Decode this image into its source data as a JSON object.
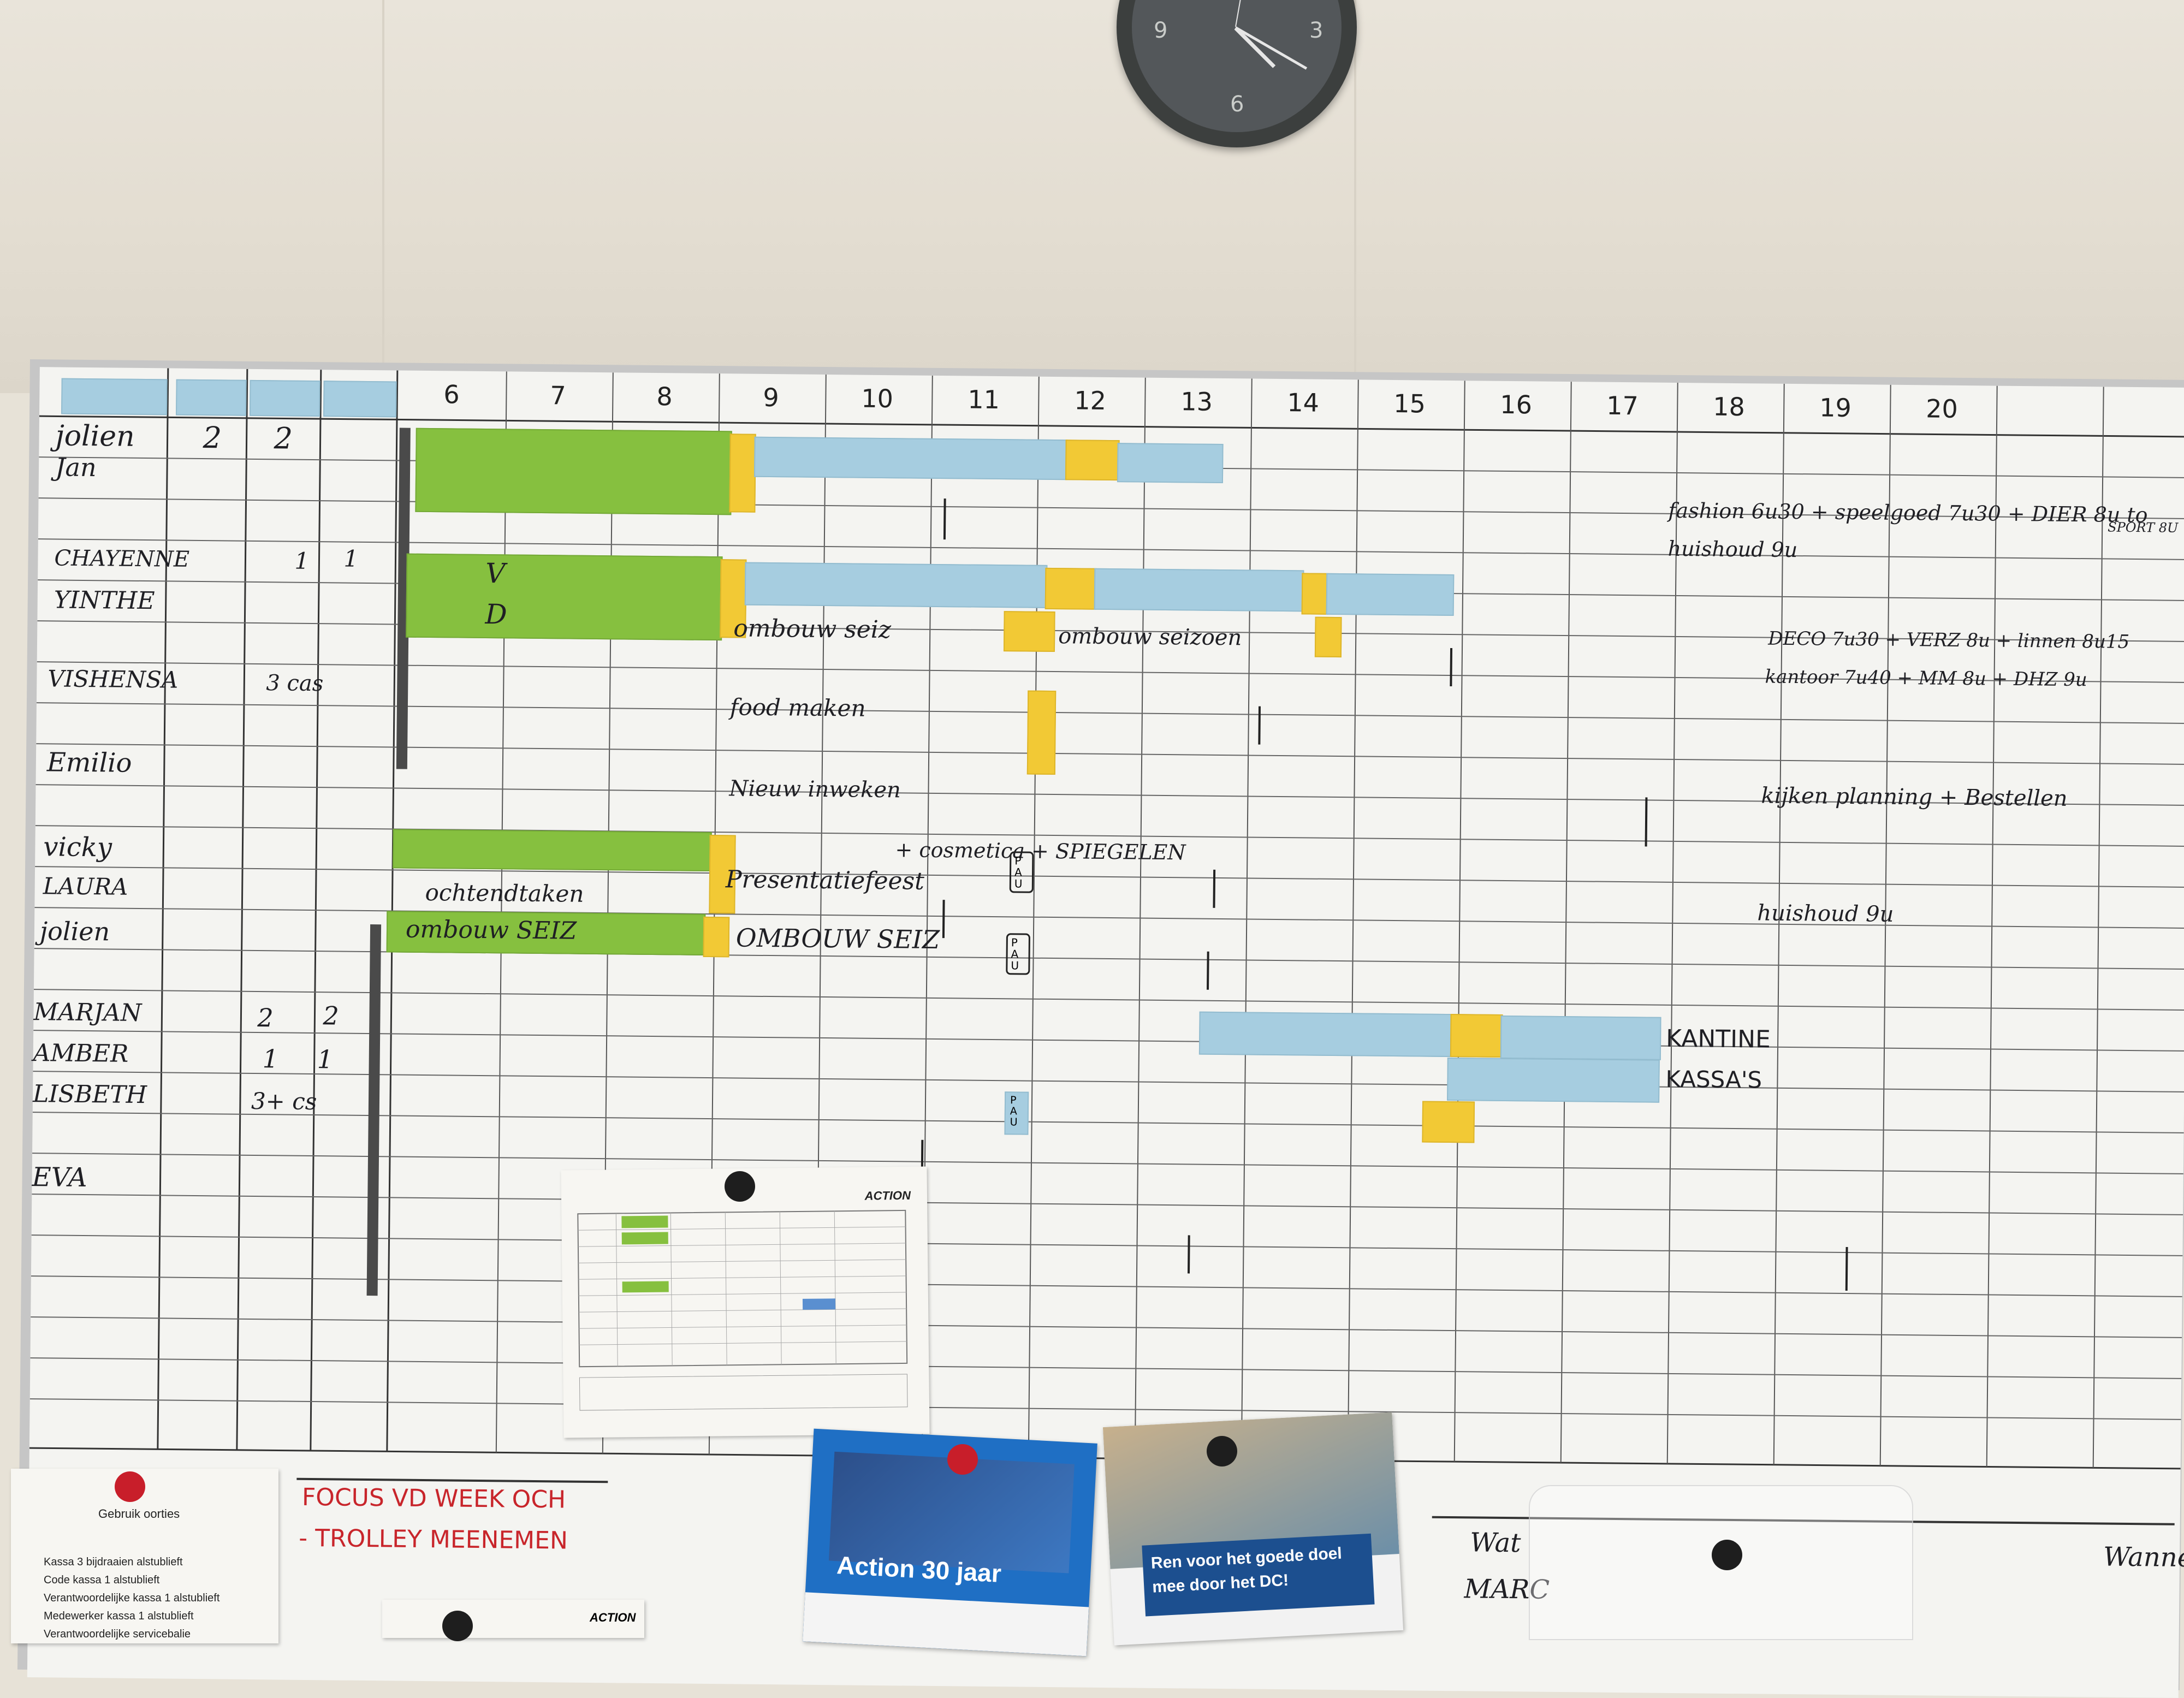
{
  "clock": {
    "numerals": [
      "9",
      "3",
      "6"
    ]
  },
  "hours": [
    "6",
    "7",
    "8",
    "9",
    "10",
    "11",
    "12",
    "13",
    "14",
    "15",
    "16",
    "17",
    "18",
    "19",
    "20"
  ],
  "header_counts": [
    "2",
    "2"
  ],
  "staff": [
    {
      "name": "jolien"
    },
    {
      "name": "Jan"
    },
    {
      "name": "CHAYENNE"
    },
    {
      "name": "YINTHE"
    },
    {
      "name": "VISHENSA"
    },
    {
      "name": "Emilio"
    },
    {
      "name": "vicky"
    },
    {
      "name": "LAURA"
    },
    {
      "name": "jolien"
    },
    {
      "name": "MARJAN"
    },
    {
      "name": "AMBER"
    },
    {
      "name": "LISBETH"
    },
    {
      "name": "EVA"
    }
  ],
  "counts": {
    "chayenne": [
      "1",
      "1"
    ],
    "vishensa": "3 cas",
    "marjan": [
      "2",
      "2"
    ],
    "amber": [
      "1",
      "1"
    ],
    "lisbeth": "3+ cs"
  },
  "tasks": {
    "d_marker_v": "V",
    "d_marker_d": "D",
    "ombouw_seiz_1": "ombouw seiz",
    "ombouw_seizoen": "ombouw seizoen",
    "food_maken": "food maken",
    "nieuw_inweken": "Nieuw inweken",
    "cosmetica": "+ cosmetica + SPIEGELEN",
    "presentatiefeest": "Presentatiefeest",
    "ochtendtaken": "ochtendtaken",
    "ombouw_seiz_green": "ombouw SEIZ",
    "ombouw_seiz_2": "OMBOUW SEIZ",
    "pauze": "PAU",
    "kantine": "KANTINE",
    "kassas": "KASSA'S"
  },
  "notes": {
    "fashion": "fashion 6u30 + speelgoed 7u30 + DIER 8u to",
    "fashion_tail": "SPORT 8U",
    "huishoud_1": "huishoud 9u",
    "deco": "DECO 7u30 + VERZ 8u + linnen 8u15",
    "kantoor": "kantoor 7u40 + MM 8u + DHZ 9u",
    "kijken": "kijken planning + Bestellen",
    "huishoud_2": "huishoud 9u"
  },
  "bottom_notes": {
    "focus": "FOCUS VD WEEK OCH",
    "trolley": "- TROLLEY MEENEMEN",
    "wat": "Wat",
    "marc": "MARC",
    "wanneer": "Wanne"
  },
  "gebruik_card": {
    "title": "Gebruik oorties",
    "lines": [
      "Kassa 3 bijdraaien alstublieft",
      "Code kassa 1 alstublieft",
      "Verantwoordelijke kassa 1 alstublieft",
      "Medewerker kassa 1 alstublieft",
      "Verantwoordelijke servicebalie"
    ]
  },
  "paper_sheet": {
    "brand": "ACTION"
  },
  "flyer1": {
    "title": "Action 30 jaar"
  },
  "flyer2": {
    "title": "Ren voor het goede doel mee door het DC!"
  },
  "bottom_brand": "ACTION",
  "colors": {
    "green": "#86c03f",
    "blue": "#a6cde0",
    "yellow": "#f2c935",
    "board": "#f4f4f1"
  }
}
